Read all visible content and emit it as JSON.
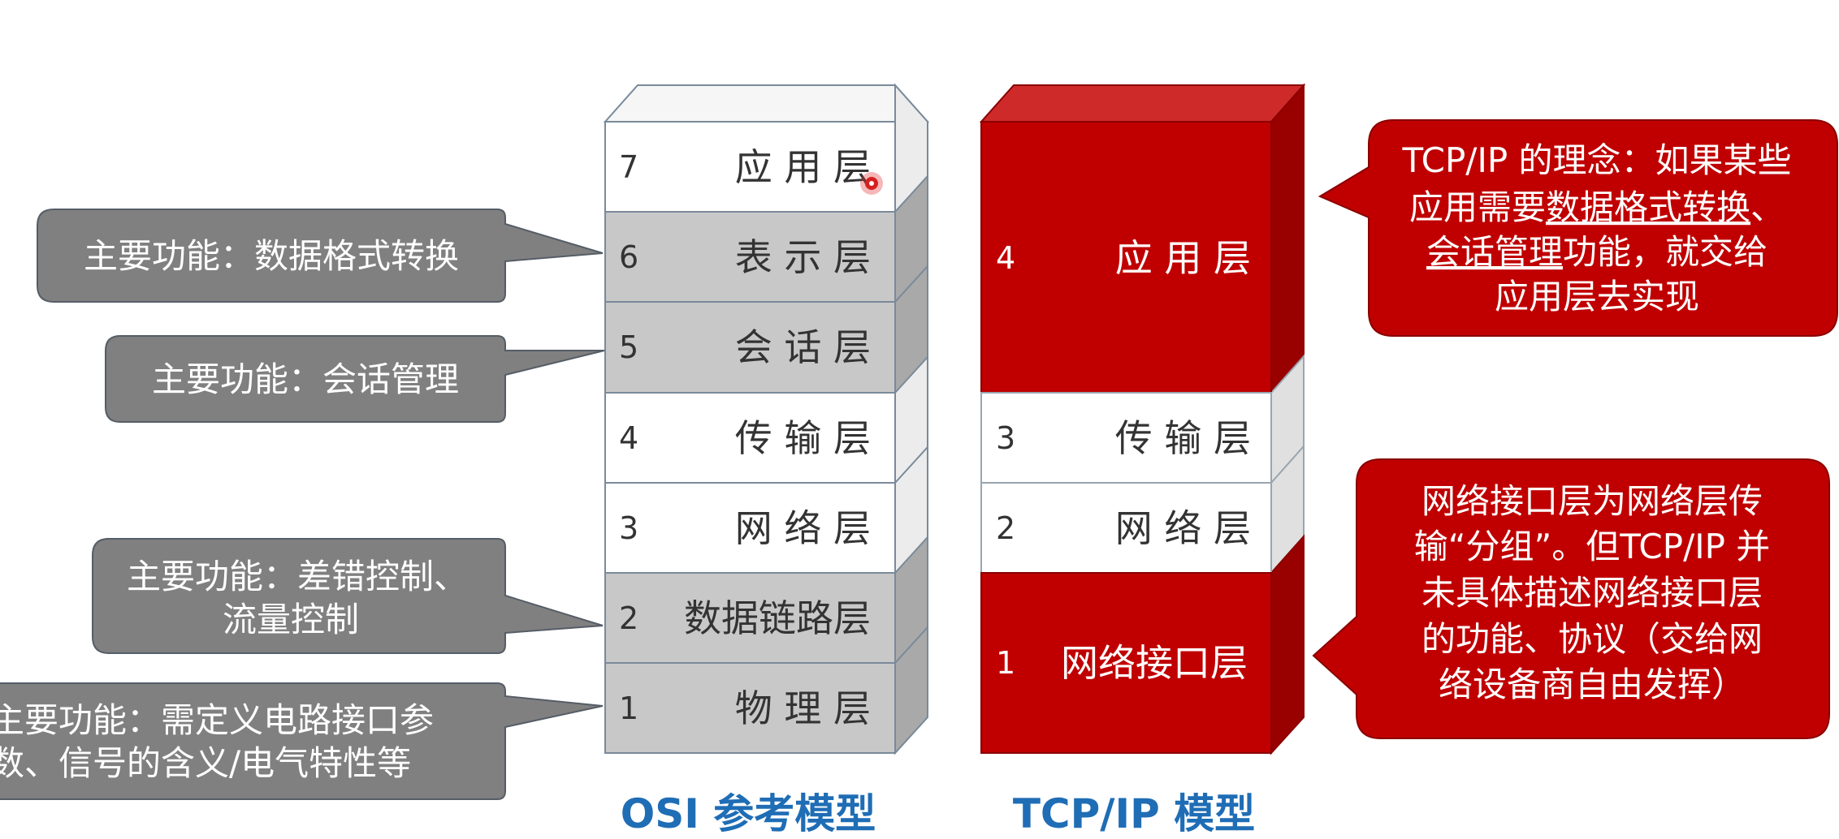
{
  "osi_model": {
    "title": "OSI 参考模型",
    "layers": [
      {
        "num": "7",
        "name": "应 用 层"
      },
      {
        "num": "6",
        "name": "表 示 层"
      },
      {
        "num": "5",
        "name": "会 话 层"
      },
      {
        "num": "4",
        "name": "传 输 层"
      },
      {
        "num": "3",
        "name": "网 络 层"
      },
      {
        "num": "2",
        "name": "数据链路层"
      },
      {
        "num": "1",
        "name": "物 理 层"
      }
    ]
  },
  "tcpip_model": {
    "title": "TCP/IP 模型",
    "layers": [
      {
        "num": "4",
        "name": "应 用 层"
      },
      {
        "num": "3",
        "name": "传 输 层"
      },
      {
        "num": "2",
        "name": "网 络 层"
      },
      {
        "num": "1",
        "name": "网络接口层"
      }
    ]
  },
  "osi_callouts": {
    "presentation": {
      "line1": "主要功能：数据格式转换"
    },
    "session": {
      "line1": "主要功能：会话管理"
    },
    "datalink": {
      "line1": "主要功能：差错控制、",
      "line2": "流量控制"
    },
    "physical": {
      "line1": "主要功能：需定义电路接口参",
      "line2": "数、信号的含义/电气特性等"
    }
  },
  "tcpip_callouts": {
    "application": {
      "line1": "TCP/IP 的理念：如果某些",
      "line2_pre": "应用需要",
      "line2_underline": "数据格式转换",
      "line2_post": "、",
      "line3_underline": "会话管理",
      "line3_post": "功能，就交给",
      "line4": "应用层去实现"
    },
    "network_interface": {
      "line1": "网络接口层为网络层传",
      "line2": "输“分组”。但TCP/IP 并",
      "line3": "未具体描述网络接口层",
      "line4": "的功能、协议（交给网",
      "line5": "络设备商自由发挥）"
    }
  },
  "colors": {
    "white_layer": "#ffffff",
    "gray_layer": "#c8c8c8",
    "red_layer": "#c00000",
    "callout_gray": "#808080",
    "title_blue": "#1f6db5"
  }
}
